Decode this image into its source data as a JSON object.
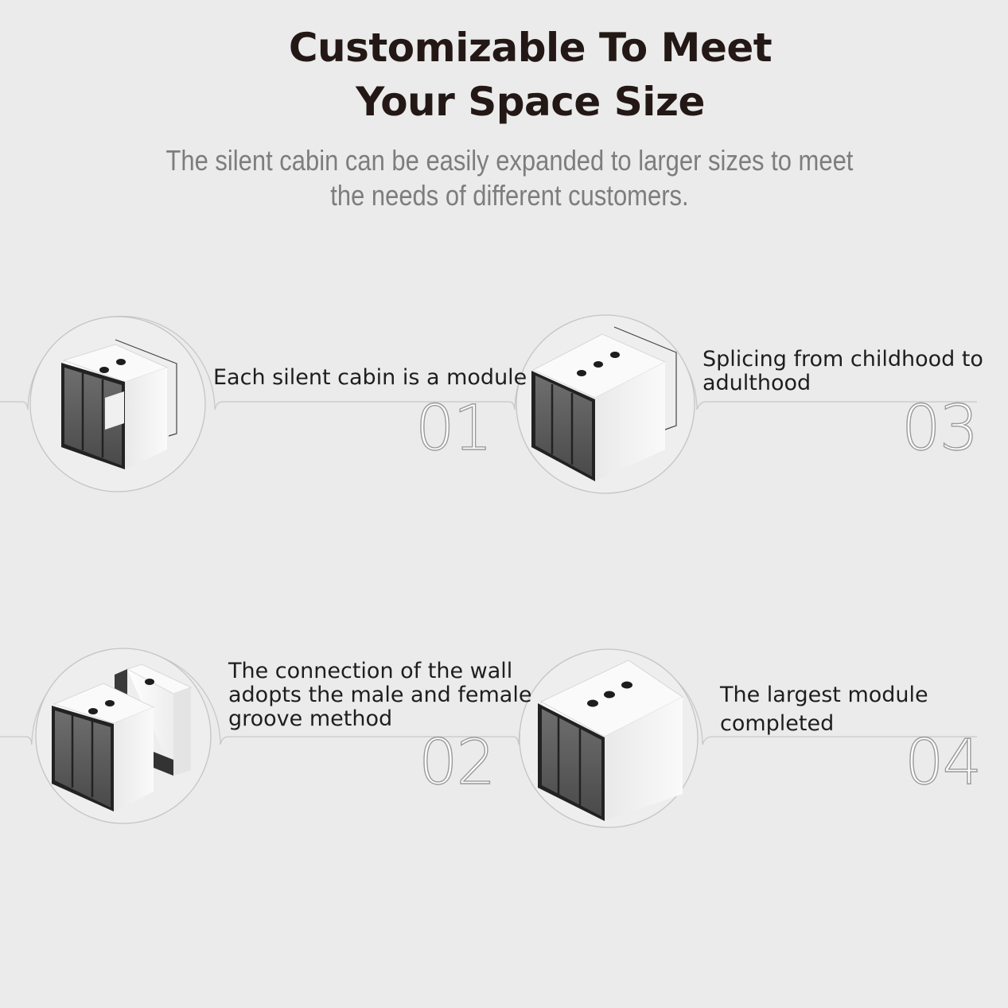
{
  "header": {
    "title_line1": "Customizable To Meet",
    "title_line2": "Your Space Size",
    "subtitle_line1": "The silent cabin can be easily expanded to larger sizes to meet",
    "subtitle_line2": "the needs of different customers."
  },
  "steps": [
    {
      "number": "01",
      "lines": [
        "Each silent cabin is a module"
      ]
    },
    {
      "number": "03",
      "lines": [
        "Splicing from childhood to",
        "adulthood"
      ]
    },
    {
      "number": "02",
      "lines": [
        "The connection of the wall",
        "adopts the male and female",
        "groove method"
      ]
    },
    {
      "number": "04",
      "lines": [
        "The largest module",
        "completed"
      ]
    }
  ],
  "colors": {
    "background": "#ebebeb",
    "title": "#231815",
    "subtitle": "#7d7d7d",
    "line": "#c8c8c8",
    "cabin_glass": "#555555",
    "cabin_body": "#f7f7f7"
  }
}
